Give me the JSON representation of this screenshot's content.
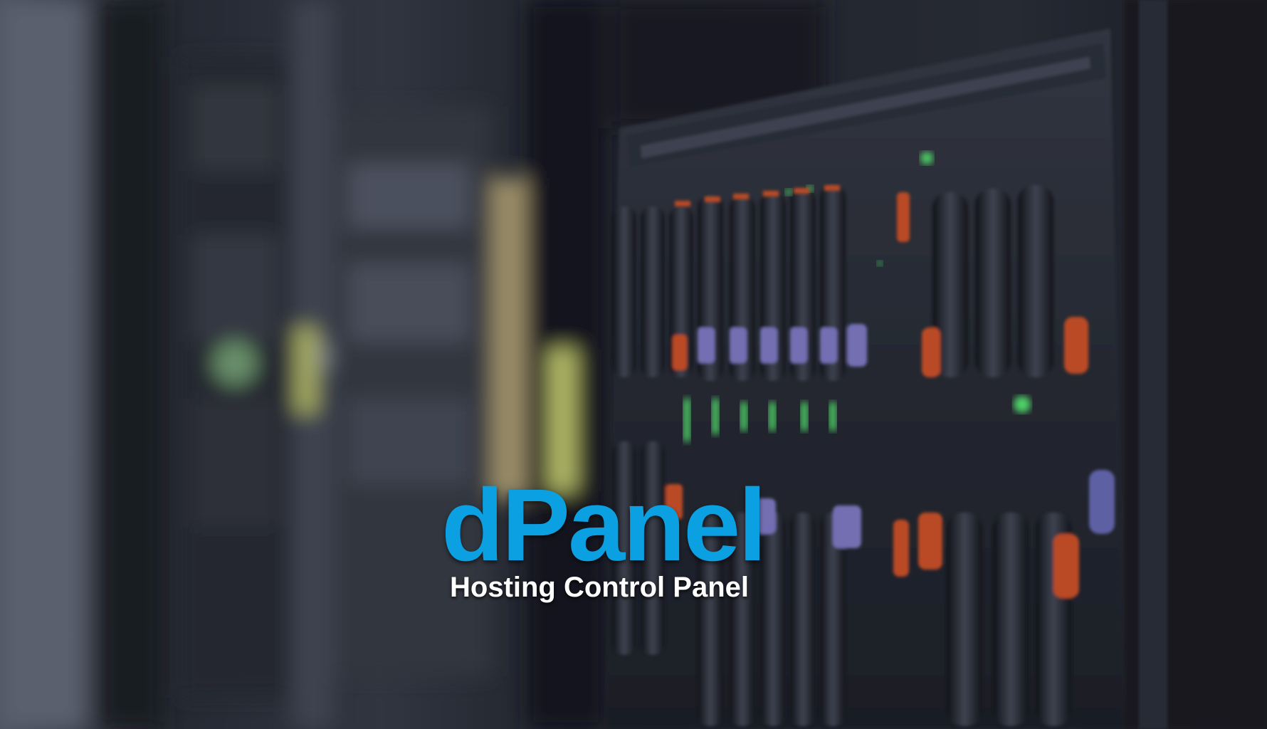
{
  "logo": {
    "title": "dPanel",
    "subtitle": "Hosting Control Panel"
  },
  "background": {
    "description_icon": "server-rack-photo"
  },
  "colors": {
    "title": "#0aa0e2",
    "subtitle": "#ffffff",
    "rack_dark": "#1e222b",
    "led_green": "#5dff7a",
    "handle_orange": "#e0582a",
    "handle_purple": "#8a86d6"
  }
}
